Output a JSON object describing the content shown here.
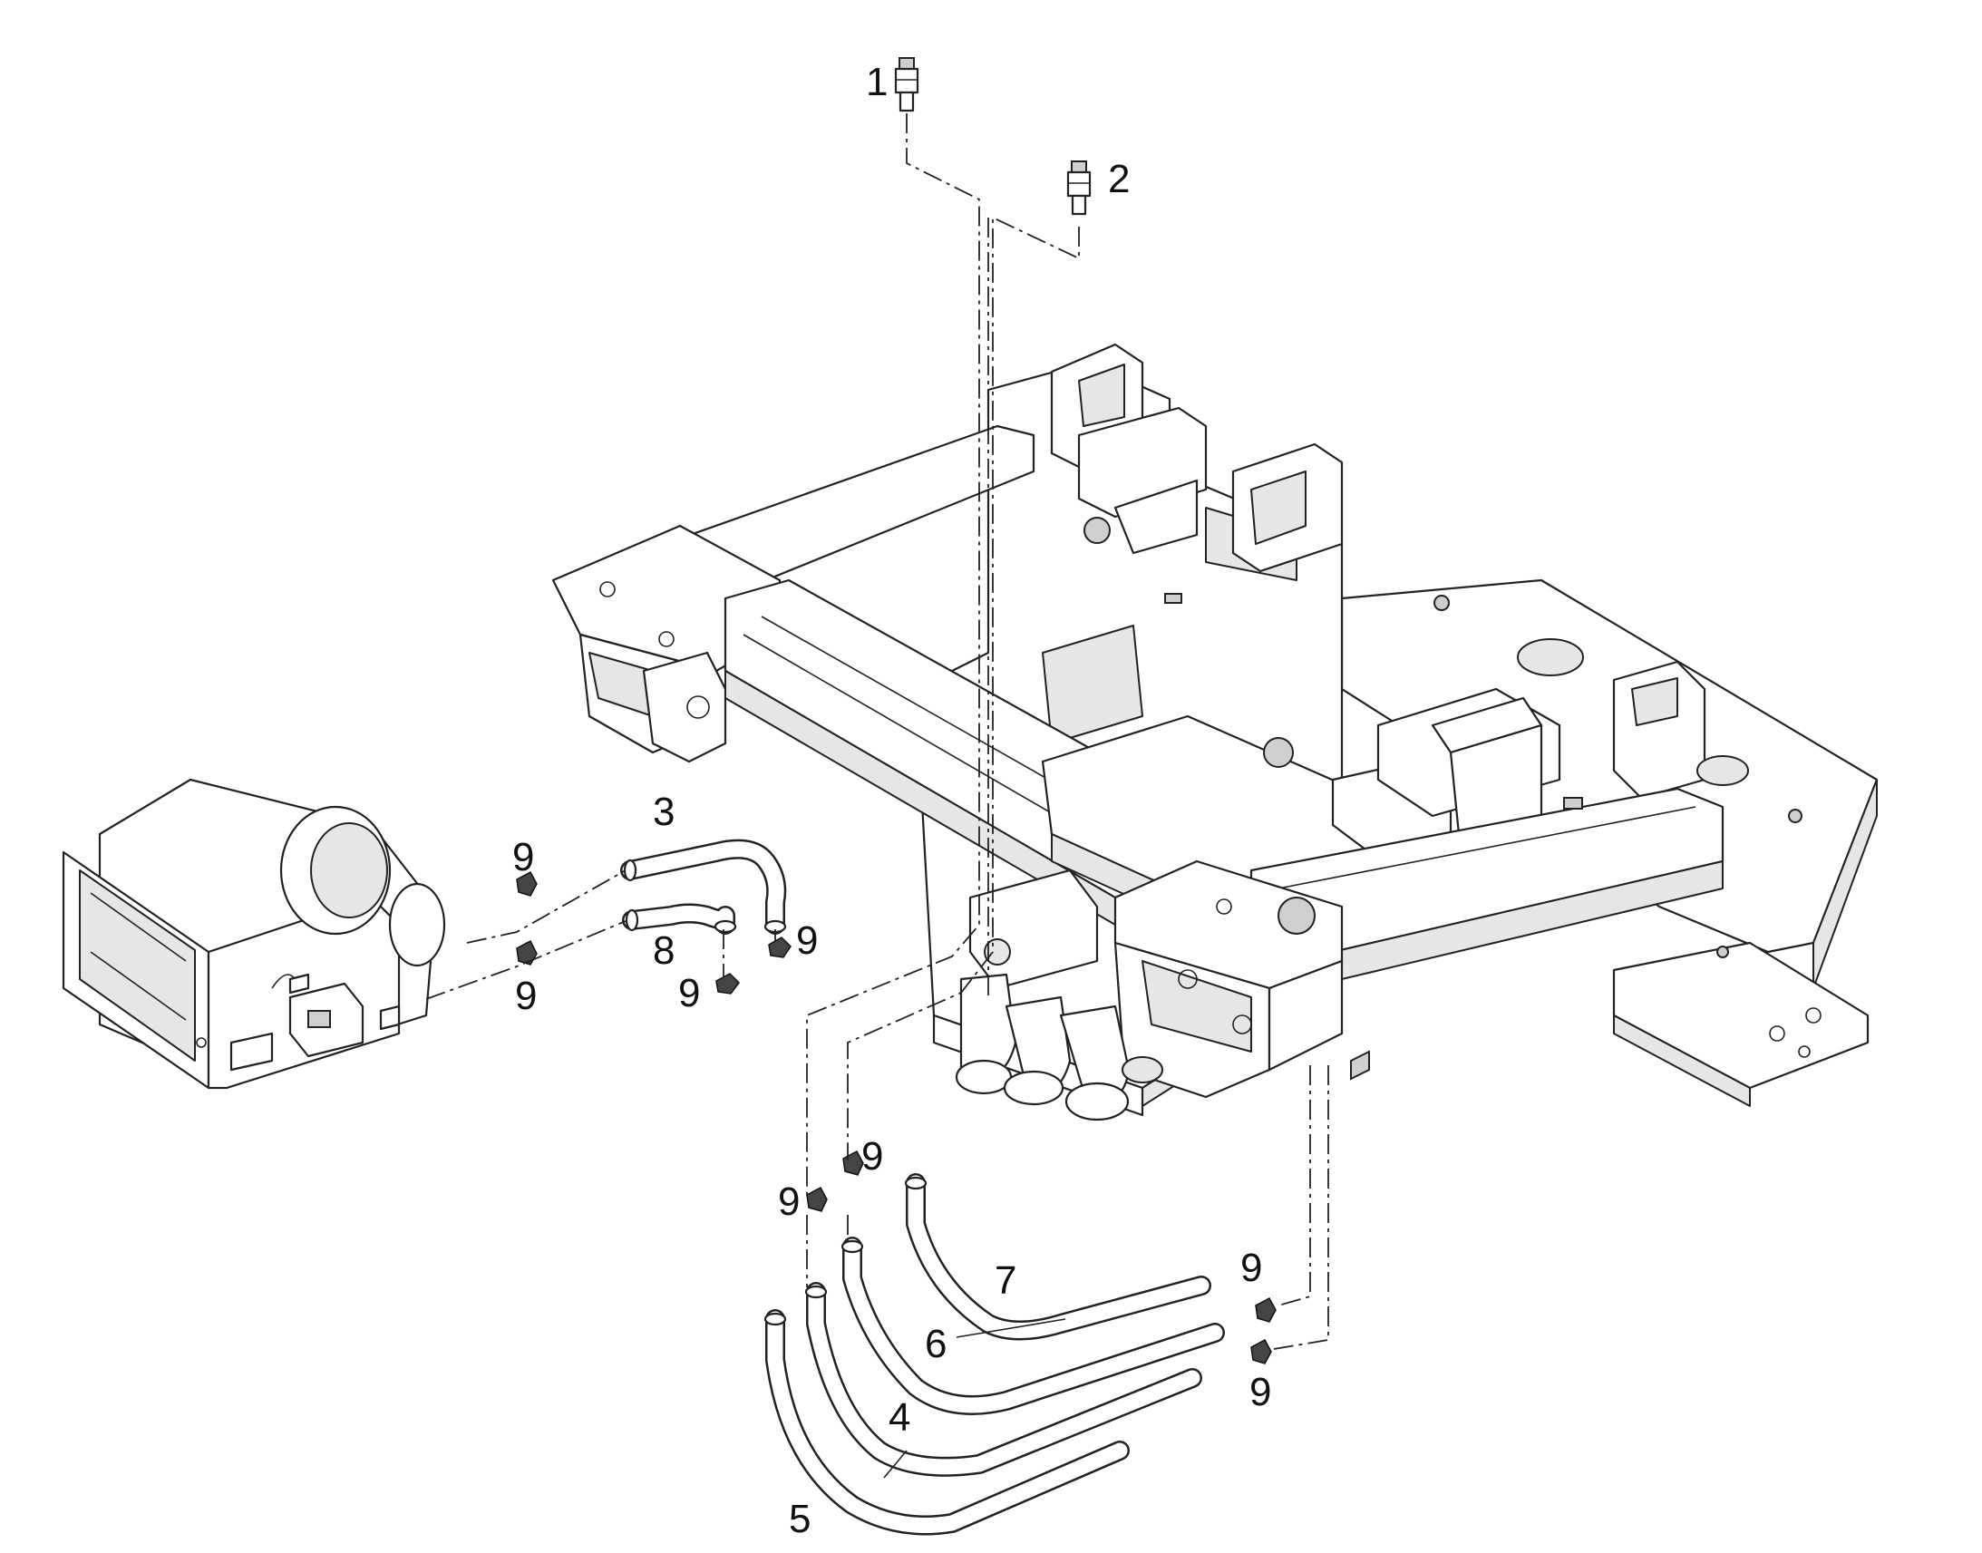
{
  "diagram": {
    "callouts": {
      "part_1": "1",
      "part_2": "2",
      "part_3": "3",
      "part_4": "4",
      "part_5": "5",
      "part_6": "6",
      "part_7": "7",
      "part_8": "8",
      "part_9": "9"
    },
    "colors": {
      "line": "#222222",
      "background": "#ffffff",
      "shade": "#e6e6e6"
    }
  }
}
